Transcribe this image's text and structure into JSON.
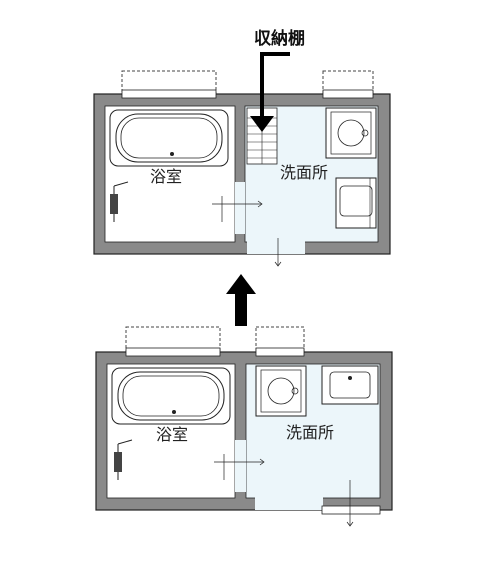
{
  "labels": {
    "storage_shelf": "収納棚",
    "bathroom_after": "浴室",
    "washroom_after": "洗面所",
    "bathroom_before": "浴室",
    "washroom_before": "洗面所"
  },
  "icons": {
    "transition_arrow": "arrow-up-icon",
    "callout_arrow": "arrow-down-icon"
  },
  "colors": {
    "wall": "#8a8a8a",
    "wall_outline": "#222222",
    "floor": "#ecf6fa",
    "fixture_fill": "#ffffff",
    "arrow": "#000000"
  }
}
